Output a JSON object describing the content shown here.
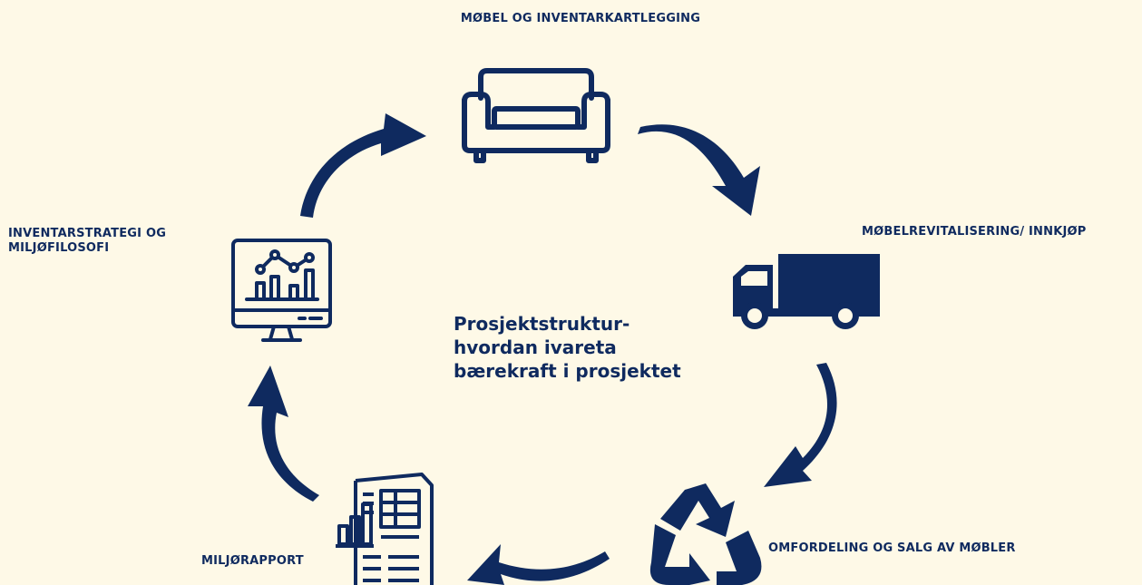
{
  "diagram": {
    "center_title_lines": [
      "Prosjektstruktur-",
      "hvordan ivareta",
      "bærekraft i prosjektet"
    ],
    "steps": [
      {
        "id": "mapping",
        "label": "MØBEL OG INVENTARKARTLEGGING",
        "icon": "sofa-icon"
      },
      {
        "id": "revitalize",
        "label": "MØBELREVITALISERING/ INNKJØP",
        "icon": "truck-icon"
      },
      {
        "id": "redistribute",
        "label": "OMFORDELING OG SALG AV MØBLER",
        "icon": "recycle-icon"
      },
      {
        "id": "report",
        "label": "MILJØRAPPORT",
        "icon": "report-document-icon"
      },
      {
        "id": "strategy",
        "label_lines": [
          "INVENTARSTRATEGI OG",
          "MILJØFILOSOFI"
        ],
        "icon": "monitor-chart-icon"
      }
    ]
  },
  "colors": {
    "background": "#fef9e7",
    "primary": "#0f2a5f"
  }
}
